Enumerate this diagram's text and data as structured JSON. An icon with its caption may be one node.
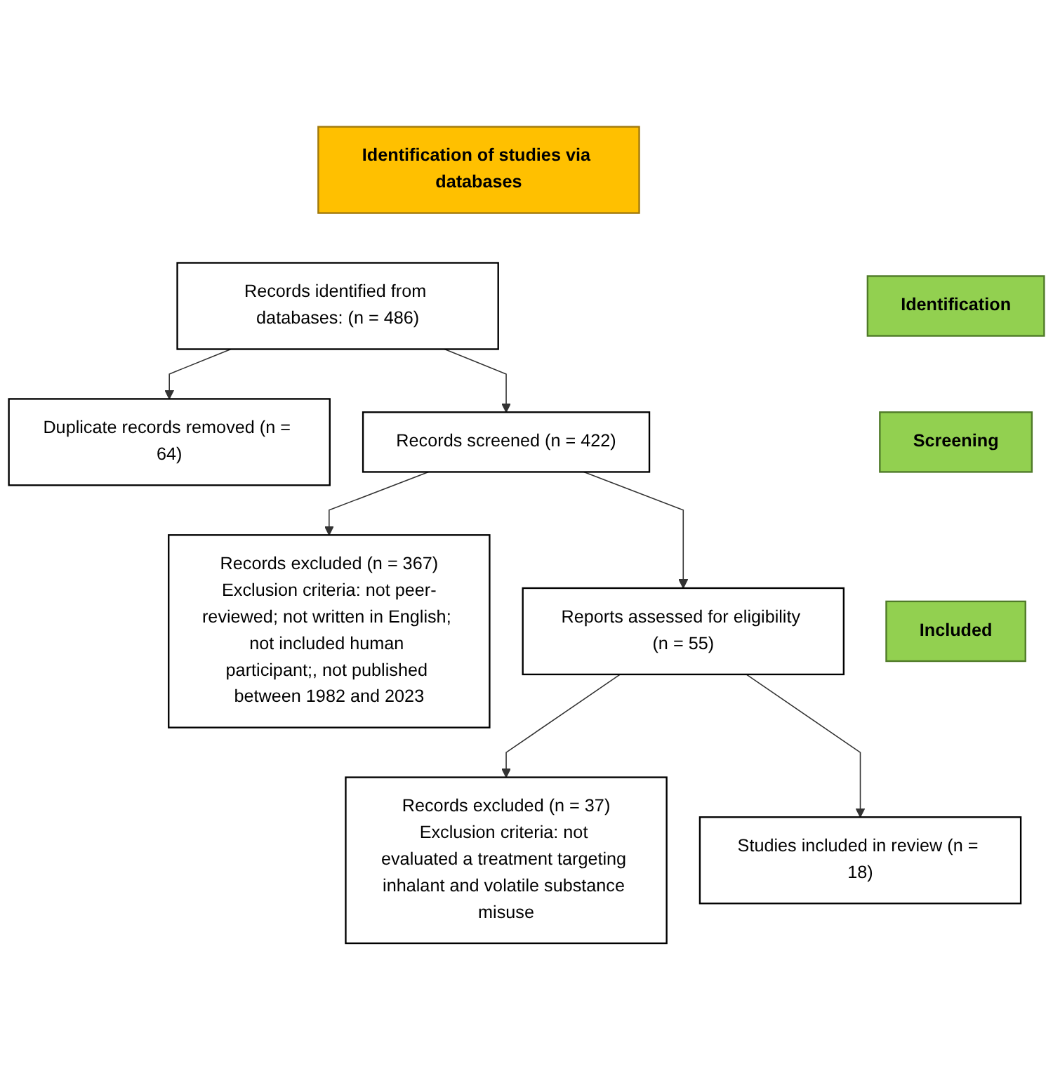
{
  "diagram": {
    "nodes": [
      {
        "text": [
          "Identification of studies via databases"
        ]
      },
      {
        "text": [
          "Identification"
        ]
      },
      {
        "text": [
          "Records identified from databases: (n = 486)"
        ]
      },
      {
        "text": [
          "Duplicate records removed (n = 64)"
        ]
      },
      {
        "text": [
          "Screening"
        ]
      },
      {
        "text": [
          "Records screened (n = 422)"
        ]
      },
      {
        "text": [
          "Records excluded (n = 367)",
          "Exclusion criteria: not peer-reviewed; not written in English; not included human participant;, not published between 1982 and 2023"
        ]
      },
      {
        "text": [
          "Reports assessed for eligibility (n = 55)"
        ]
      },
      {
        "text": [
          "Records excluded (n = 37)",
          "Exclusion criteria: not evaluated a treatment targeting inhalant and volatile substance misuse"
        ]
      },
      {
        "text": [
          "Included"
        ]
      },
      {
        "text": [
          "Studies included in review (n = 18)"
        ]
      }
    ],
    "edges": [
      {
        "from": 2,
        "to": 3,
        "arrow": "to"
      },
      {
        "from": 2,
        "to": 5,
        "arrow": "to"
      },
      {
        "from": 5,
        "to": 6,
        "arrow": "to"
      },
      {
        "from": 5,
        "to": 7,
        "arrow": "to"
      },
      {
        "from": 7,
        "to": 8,
        "arrow": "to"
      },
      {
        "from": 7,
        "to": 10,
        "arrow": "to"
      }
    ]
  }
}
